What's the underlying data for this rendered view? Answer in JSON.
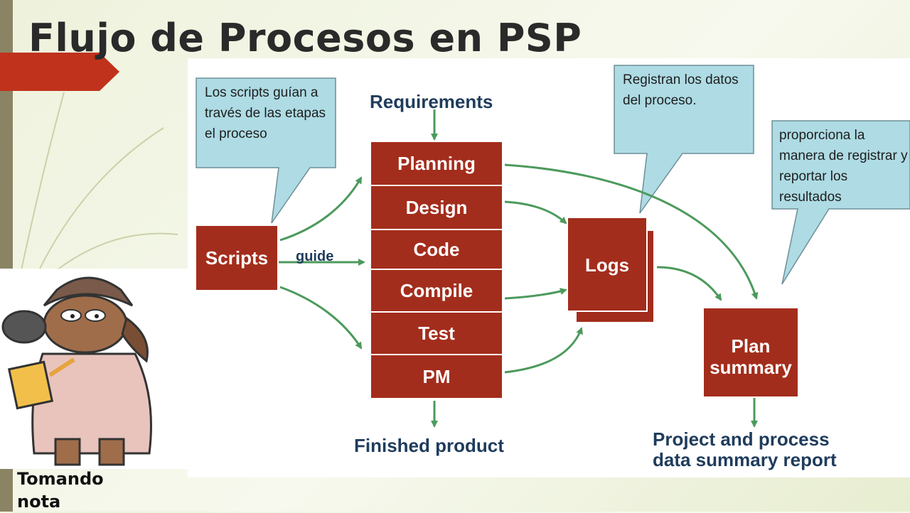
{
  "slide": {
    "title": "Flujo de Procesos en PSP",
    "mascot_caption": "Tomando nota"
  },
  "diagram": {
    "callouts": {
      "scripts": "Los scripts guían a través de las etapas el proceso",
      "logs": "Registran los datos del proceso.",
      "summary": "proporciona la manera de registrar y reportar los resultados"
    },
    "requirements": "Requirements",
    "scripts": "Scripts",
    "guide": "guide",
    "stages": [
      "Planning",
      "Design",
      "Code",
      "Compile",
      "Test",
      "PM"
    ],
    "logs": "Logs",
    "plan_summary": "Plan summary",
    "finished_product": "Finished product",
    "report": "Project and process data summary report"
  },
  "colors": {
    "box_red": "#a32d1c",
    "arrow_green": "#4c9a5c",
    "callout_fill": "#aedbe4",
    "accent_red": "#c0321c",
    "label_blue": "#1f3c5c"
  }
}
